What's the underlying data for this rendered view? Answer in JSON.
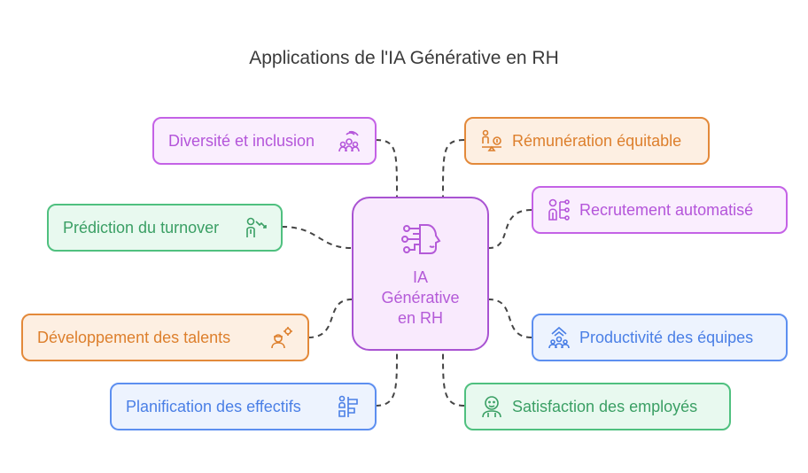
{
  "title": "Applications de l'IA Générative en RH",
  "center": {
    "line1": "IA",
    "line2": "Générative",
    "line3": "en RH",
    "icon": "ai-head-icon"
  },
  "nodes": {
    "diversite": {
      "label": "Diversité et inclusion",
      "icon": "diversity-people-icon",
      "color": "#c462e6"
    },
    "remuneration": {
      "label": "Rémunération équitable",
      "icon": "salary-balance-icon",
      "color": "#e3893a"
    },
    "prediction": {
      "label": "Prédiction du turnover",
      "icon": "person-trend-icon",
      "color": "#4fc07f"
    },
    "recrutement": {
      "label": "Recrutement automatisé",
      "icon": "recruit-network-icon",
      "color": "#c462e6"
    },
    "developpement": {
      "label": "Développement des talents",
      "icon": "worker-gear-icon",
      "color": "#e3893a"
    },
    "productivite": {
      "label": "Productivité des équipes",
      "icon": "team-growth-icon",
      "color": "#5d8ff0"
    },
    "planification": {
      "label": "Planification des effectifs",
      "icon": "workforce-plan-icon",
      "color": "#5d8ff0"
    },
    "satisfaction": {
      "label": "Satisfaction des employés",
      "icon": "satisfied-employee-icon",
      "color": "#4fc07f"
    }
  }
}
